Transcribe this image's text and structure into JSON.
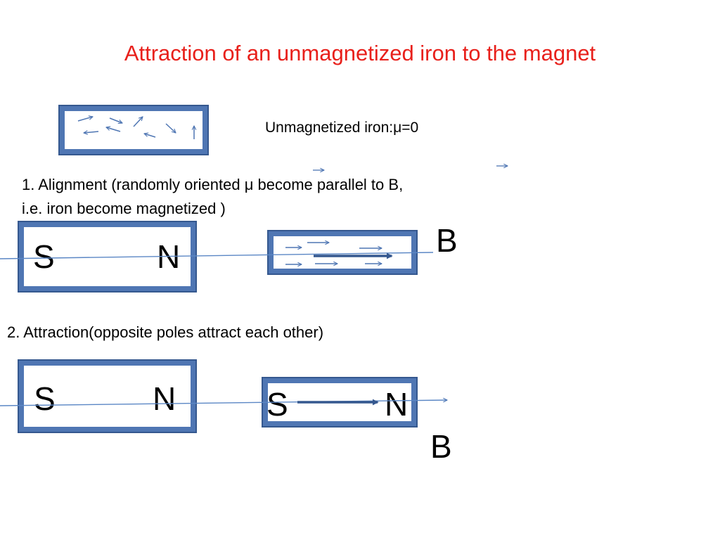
{
  "slide": {
    "title": "Attraction of an unmagnetized iron to the magnet",
    "unmagnetized_label": "Unmagnetized iron:μ=0",
    "step1_line1": "1. Alignment (randomly oriented μ become parallel to B,",
    "step1_line2": "i.e. iron become magnetized )",
    "step2": "2. Attraction(opposite poles attract each other)"
  },
  "magnet1": {
    "south": "S",
    "north": "N"
  },
  "magnet2": {
    "south": "S",
    "north": "N"
  },
  "iron2": {
    "south": "S",
    "north": "N"
  },
  "field_labels": {
    "b1": "B",
    "b2": "B"
  },
  "colors": {
    "title": "#e8201b",
    "box_border": "#4f76b3",
    "arrow": "#4f76b3",
    "field_line": "#5b87c5"
  }
}
